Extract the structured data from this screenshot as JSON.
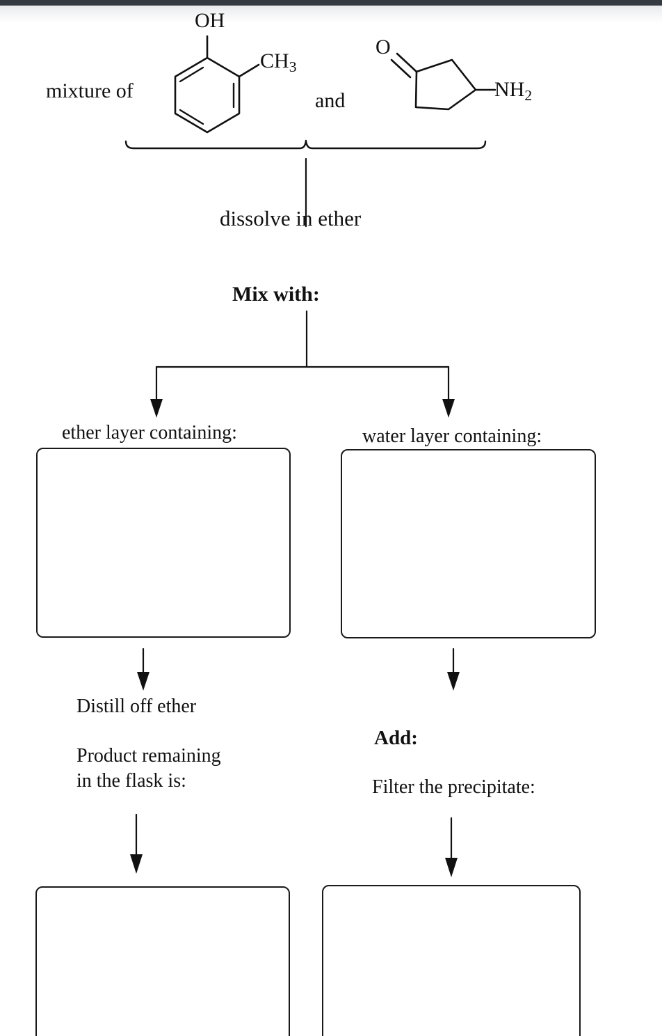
{
  "page": {
    "title": "Acid-base extraction separation flowchart",
    "background_color": "#ffffff",
    "topbar_color": "#343a40",
    "ink_color": "#111111"
  },
  "header": {
    "mixture_label": "mixture of",
    "conjunction": "and"
  },
  "structures": [
    {
      "name": "o-cresol",
      "kind": "benzene-ring",
      "substituents": [
        {
          "label": "OH",
          "position": "top"
        },
        {
          "label": "CH",
          "subscript": "3",
          "position": "upper-right"
        }
      ]
    },
    {
      "name": "3-aminocyclopentanone",
      "kind": "cyclopentane-ring",
      "substituents": [
        {
          "label": "O",
          "position": "left",
          "bond": "double"
        },
        {
          "label": "NH",
          "subscript": "2",
          "position": "right",
          "bond": "single"
        }
      ]
    }
  ],
  "steps": {
    "dissolve": "dissolve in ether",
    "mix_with": "Mix with:",
    "ether_layer": "ether layer containing:",
    "water_layer": "water layer containing:",
    "distill": "Distill off ether",
    "product_remaining_line1": "Product remaining",
    "product_remaining_line2": "in the flask is:",
    "add": "Add:",
    "filter": "Filter the precipitate:"
  },
  "answer_boxes": [
    {
      "id": "ether-layer-box",
      "value": ""
    },
    {
      "id": "water-layer-box",
      "value": ""
    },
    {
      "id": "ether-product-box",
      "value": ""
    },
    {
      "id": "precipitate-product-box",
      "value": ""
    }
  ]
}
